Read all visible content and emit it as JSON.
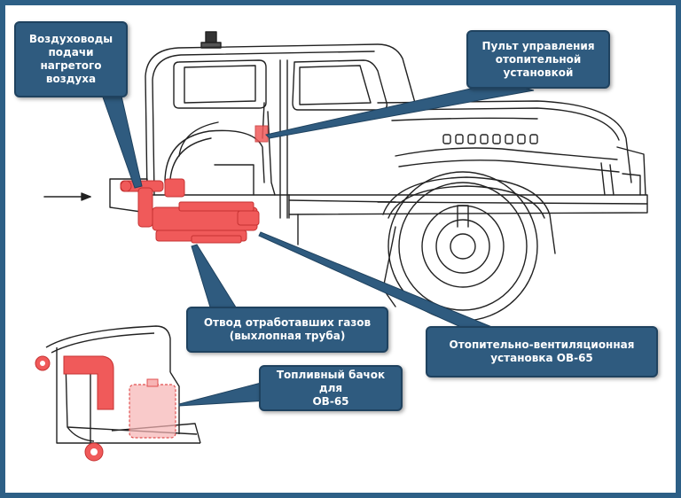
{
  "callouts": {
    "air_ducts": "Воздуховоды\nподачи\nнагретого\nвоздуха",
    "control_panel": "Пульт управления\nотопительной\nустановкой",
    "exhaust": "Отвод отработавших газов\n(выхлопная труба)",
    "heater_unit": "Отопительно-вентиляционная\nустановка ОВ-65",
    "fuel_tank": "Топливный бачок для\nОВ-65"
  },
  "colors": {
    "background": "#2d5f86",
    "callout_fill": "#2f5b7f",
    "highlight_red": "#f05a5a",
    "line_art": "#222222"
  }
}
